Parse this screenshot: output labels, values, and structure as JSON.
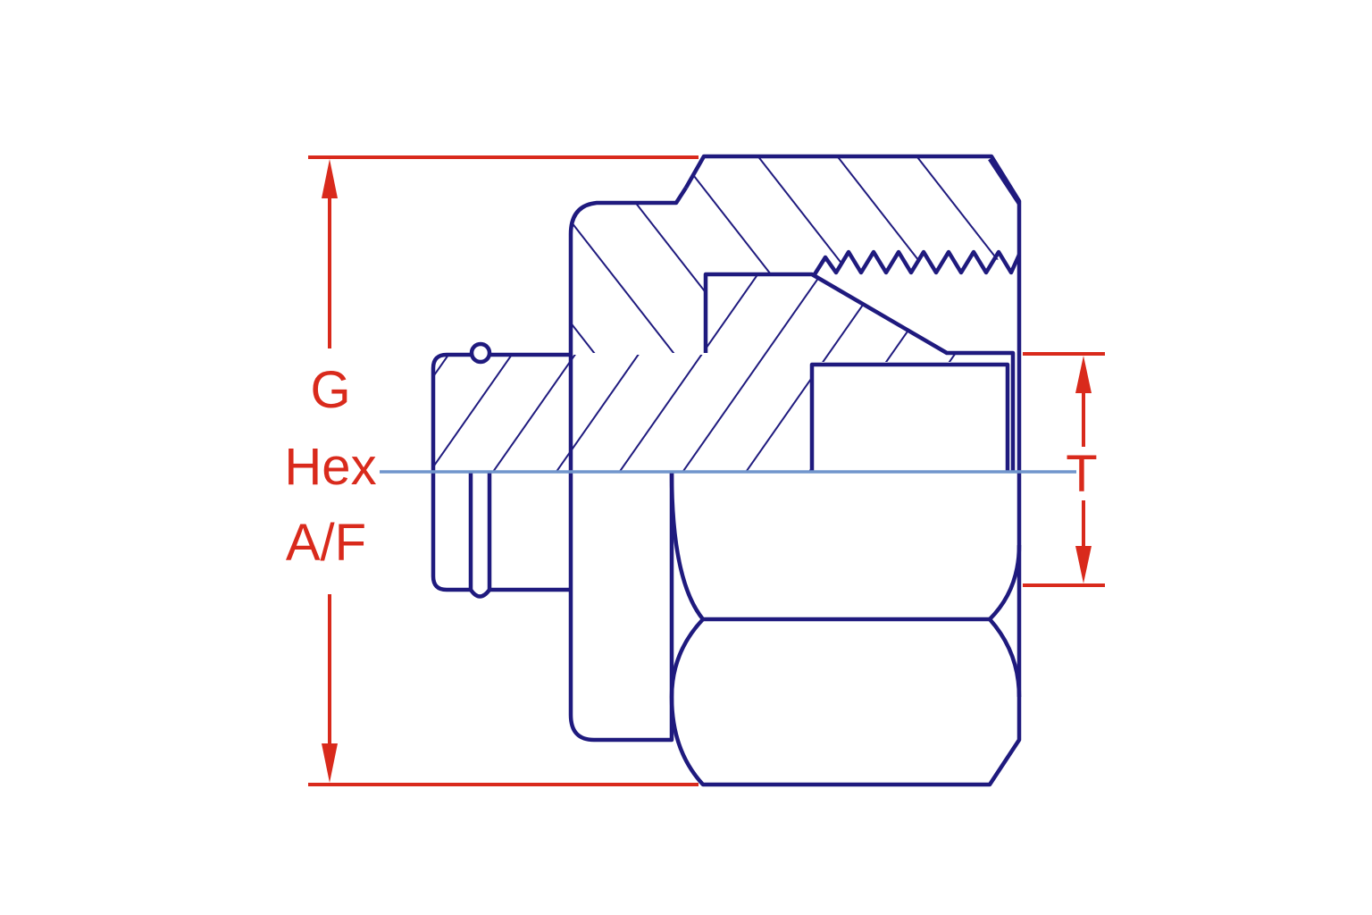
{
  "diagram": {
    "labels": {
      "g": "G",
      "hex": "Hex",
      "af": "A/F",
      "t": "T"
    },
    "colors": {
      "outline": "#1f1a7e",
      "dimension": "#d92a1c",
      "centerline": "#7195cc"
    }
  }
}
